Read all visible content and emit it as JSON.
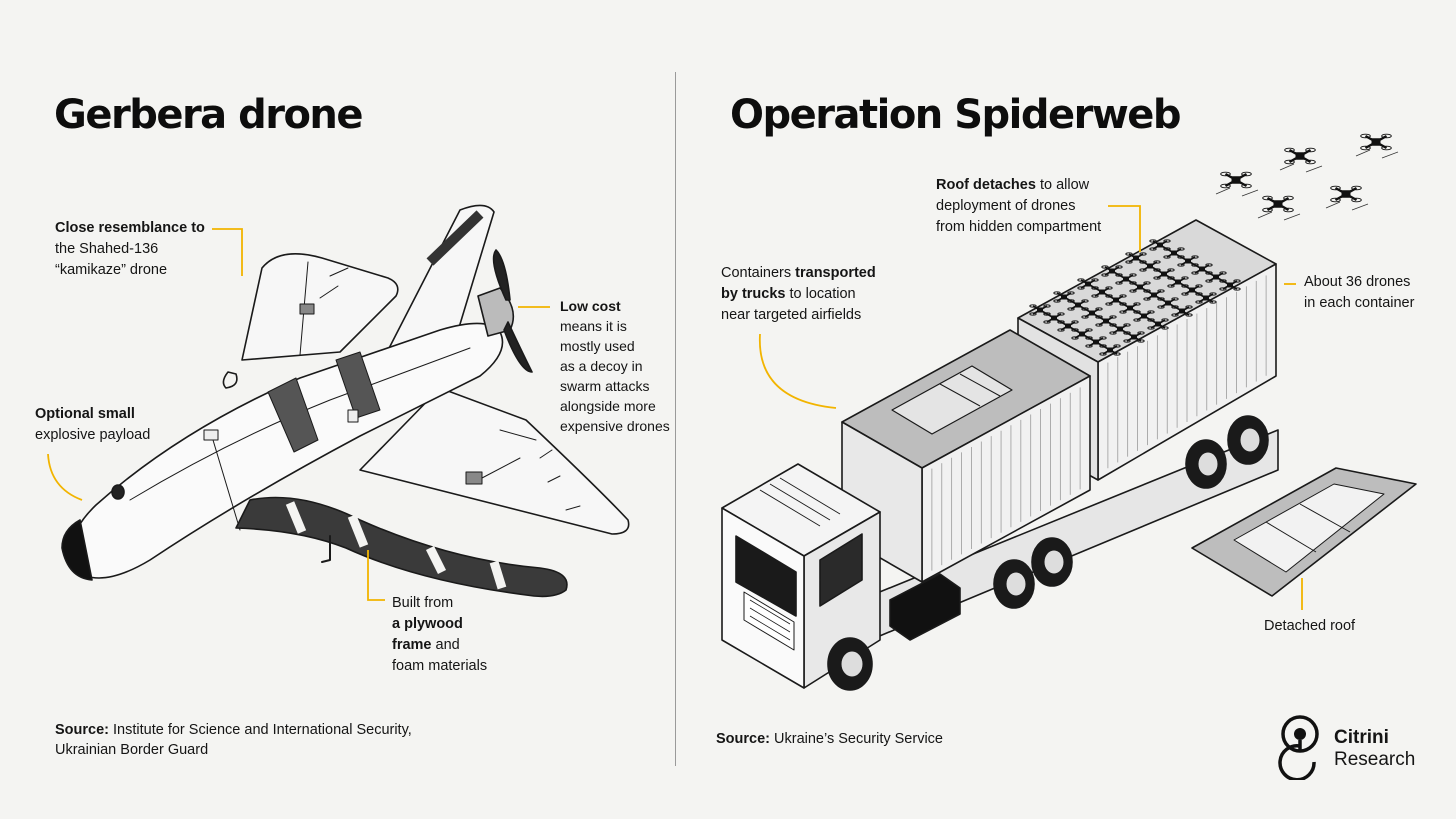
{
  "left": {
    "title": "Gerbera drone",
    "callouts": {
      "resemblance": {
        "bold": "Close resemblance to",
        "lines": [
          "the Shahed-136",
          "“kamikaze” drone"
        ]
      },
      "low_cost": {
        "bold": "Low cost",
        "lines": [
          "means it is",
          "mostly used",
          "as a decoy in",
          "swarm attacks",
          "alongside more",
          "expensive drones"
        ]
      },
      "payload": {
        "bold": "Optional small",
        "lines": [
          "explosive payload"
        ]
      },
      "built": {
        "line1": "Built from",
        "bold1": "a plywood",
        "bold2": "frame",
        "line3_rest": " and",
        "line4": "foam materials"
      }
    },
    "source": {
      "label": "Source:",
      "line1": " Institute for Science and International Security,",
      "line2": "Ukrainian Border Guard"
    }
  },
  "right": {
    "title": "Operation Spiderweb",
    "callouts": {
      "roof": {
        "bold": "Roof detaches",
        "rest": " to allow",
        "lines": [
          "deployment of drones",
          "from hidden compartment"
        ]
      },
      "containers": {
        "pre": "Containers ",
        "bold1": "transported",
        "bold2": "by trucks",
        "rest": " to location",
        "line3": "near targeted airfields"
      },
      "drones_count": {
        "lines": [
          "About 36 drones",
          "in each container"
        ]
      },
      "detached": {
        "text": "Detached roof"
      }
    },
    "source": {
      "label": "Source:",
      "text": " Ukraine’s Security Service"
    }
  },
  "brand": {
    "line1": "Citrini",
    "line2": "Research"
  },
  "colors": {
    "accent": "#f2b400",
    "ink": "#111111",
    "background": "#f4f4f2",
    "divider": "#9a9a9a"
  }
}
